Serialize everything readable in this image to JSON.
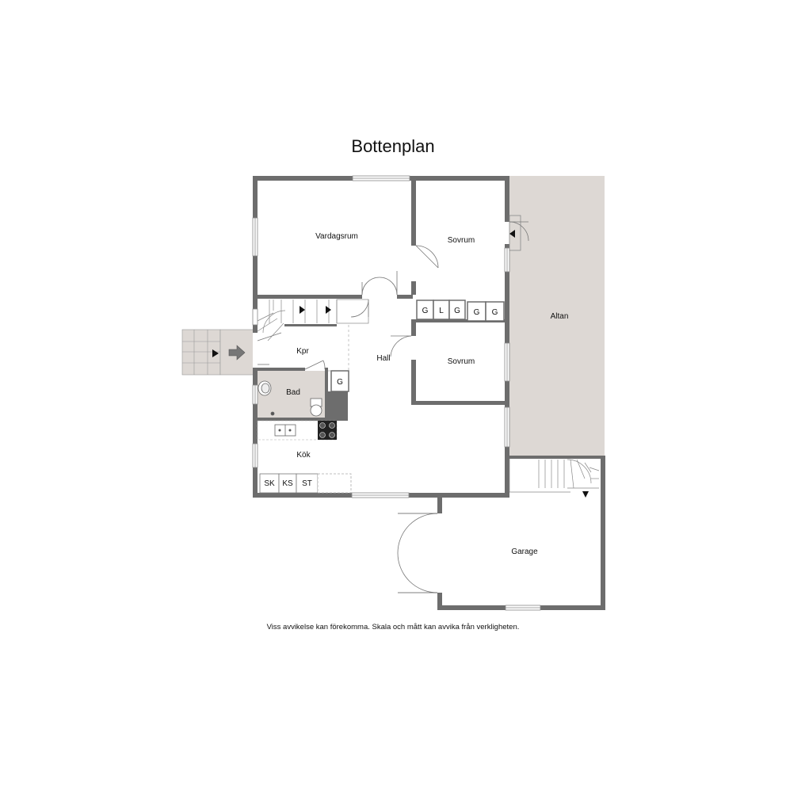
{
  "title": "Bottenplan",
  "footer": "Viss avvikelse kan förekomma. Skala och mått kan avvika från verkligheten.",
  "rooms": {
    "vardagsrum": "Vardagsrum",
    "sovrum_top": "Sovrum",
    "sovrum_mid": "Sovrum",
    "altan": "Altan",
    "kpr": "Kpr",
    "hall": "Hall",
    "bad": "Bad",
    "kok": "Kök",
    "garage": "Garage"
  },
  "closets": {
    "top_1": "G",
    "top_2": "L",
    "top_3": "G",
    "top_4": "G",
    "top_5": "G",
    "hall_g": "G"
  },
  "appliances": {
    "sk": "SK",
    "ks": "KS",
    "st": "ST"
  },
  "colors": {
    "wall": "#6d6d6d",
    "altan": "#ddd8d4",
    "bath_floor": "#ddd8d4",
    "background": "#ffffff"
  }
}
